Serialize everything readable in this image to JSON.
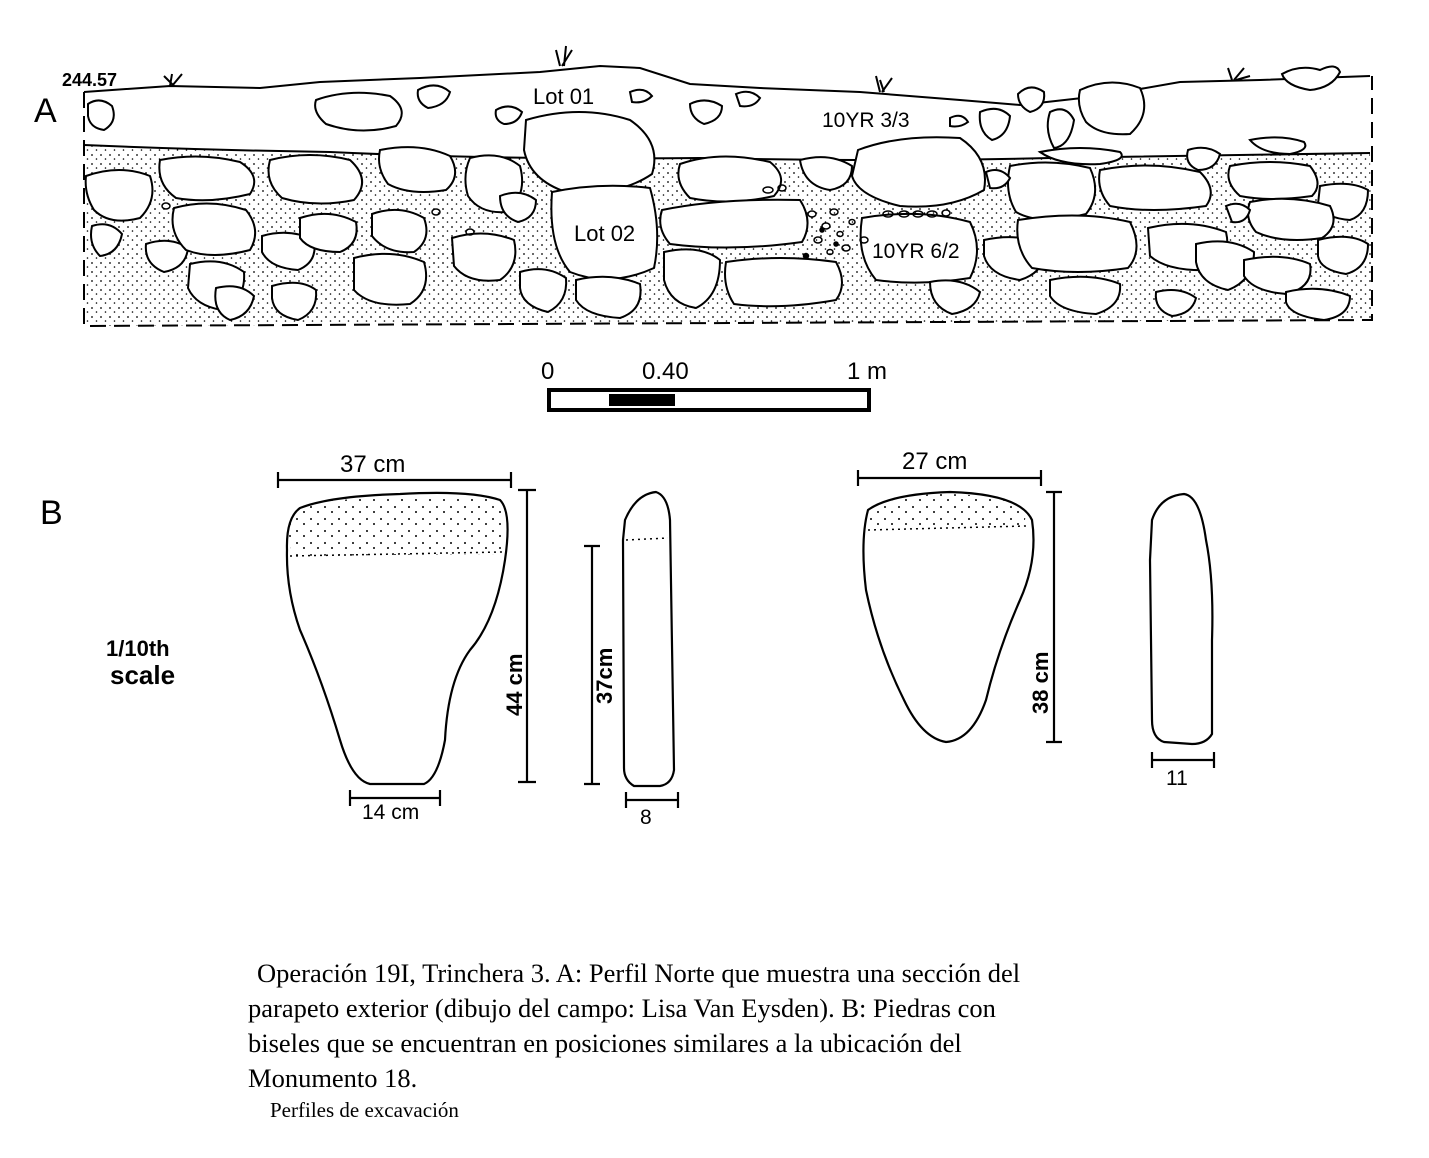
{
  "panel_a": {
    "letter": "A",
    "elevation": "244.57",
    "lot_01": "Lot 01",
    "lot_02": "Lot 02",
    "soil_upper": "10YR 3/3",
    "soil_lower": "10YR 6/2"
  },
  "scale_bar": {
    "ticks": [
      "0",
      "0.40",
      "1 m"
    ]
  },
  "panel_b": {
    "letter": "B",
    "scale_note_line1": "1/10th",
    "scale_note_line2": "scale",
    "stone_1": {
      "width_top": "37  cm",
      "height": "44 cm",
      "width_base": "14 cm",
      "side_height": "37cm",
      "side_width": "8"
    },
    "stone_2": {
      "width_top": "27  cm",
      "height": "38 cm",
      "side_width": "11"
    }
  },
  "caption": {
    "line1": "Operación 19I, Trinchera 3. A: Perfil Norte que muestra una sección del",
    "line2": "parapeto exterior (dibujo del campo: Lisa Van Eysden).  B: Piedras con",
    "line3": "biseles que se encuentran en posiciones similares a la ubicación del",
    "line4": "Monumento 18.",
    "subcaption": "Perfiles de excavación"
  }
}
